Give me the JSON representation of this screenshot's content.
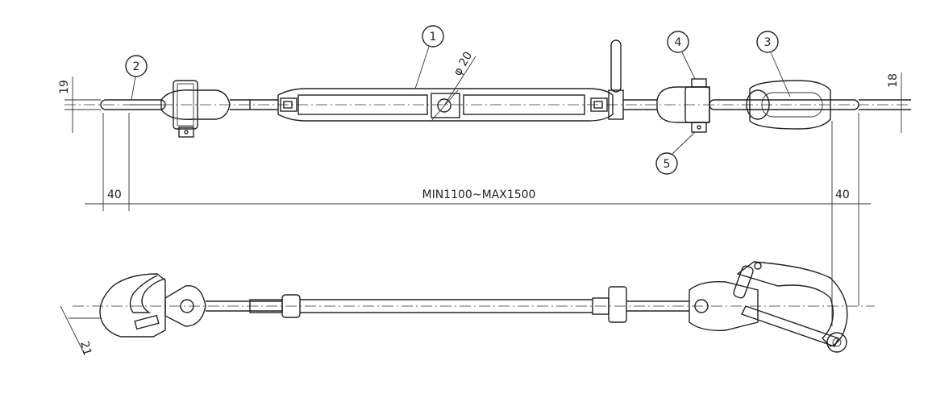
{
  "callouts": [
    "1",
    "2",
    "3",
    "4",
    "5"
  ],
  "dimensions": {
    "phi": "φ 20",
    "left_height": "19",
    "right_height": "18",
    "left_offset": "40",
    "right_offset": "40",
    "span": "MIN1100~MAX1500",
    "hook_angle_dim": "21"
  },
  "colors": {
    "line": "#222222",
    "background": "#ffffff"
  }
}
